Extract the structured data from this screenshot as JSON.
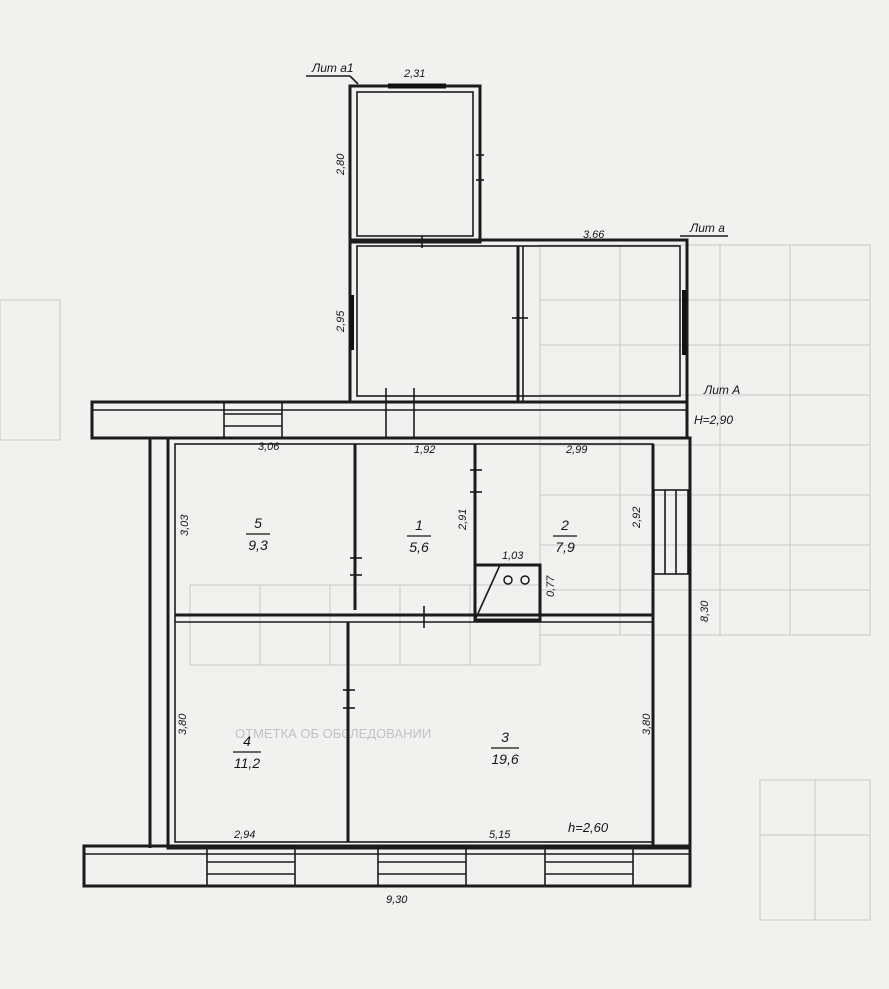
{
  "labels": {
    "lit_a1": "Лит а1",
    "lit_a": "Лит а",
    "lit_A": "Лит А",
    "height_A": "H=2,90",
    "height_rooms": "h=2,60"
  },
  "dimensions": {
    "a1_top": "2,31",
    "a1_side": "2,80",
    "a_top": "3,66",
    "a_side": "2,95",
    "r5_top": "3,06",
    "r5_side": "3,03",
    "r1_top": "1,92",
    "r1_side": "2,91",
    "r2_top": "2,99",
    "r2_side": "2,92",
    "stove_w": "1,03",
    "stove_h": "0,77",
    "right_total": "8,30",
    "r4_side": "3,80",
    "r3_side": "3,80",
    "r4_bottom": "2,94",
    "r3_bottom": "5,15",
    "total_bottom": "9,30"
  },
  "rooms": [
    {
      "num": "5",
      "area": "9,3"
    },
    {
      "num": "1",
      "area": "5,6"
    },
    {
      "num": "2",
      "area": "7,9"
    },
    {
      "num": "4",
      "area": "11,2"
    },
    {
      "num": "3",
      "area": "19,6"
    }
  ]
}
